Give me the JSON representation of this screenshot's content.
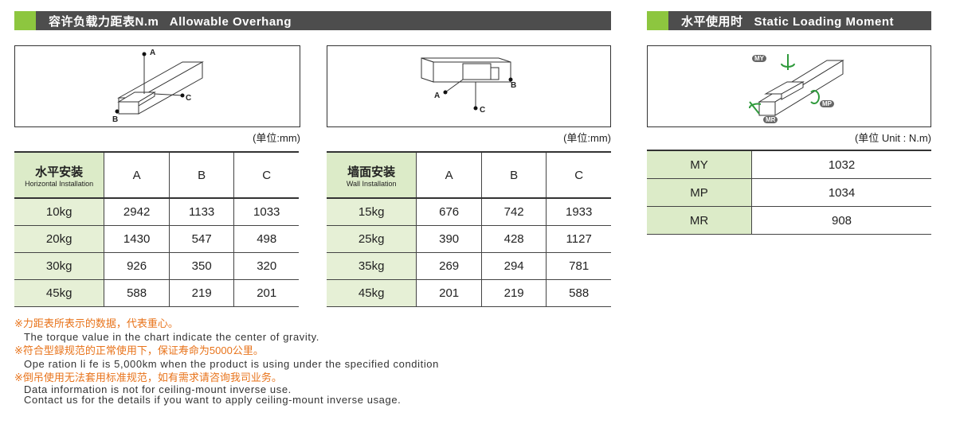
{
  "overhang": {
    "title": "容许负载力距表N.m   Allowable Overhang",
    "unit": "(单位:mm)",
    "unit_right": "(单位:mm)",
    "diagram_labels": {
      "a": "A",
      "b": "B",
      "c": "C"
    },
    "horizontal": {
      "title_cn": "水平安装",
      "title_en": "Horizontal Installation",
      "columns": [
        "A",
        "B",
        "C"
      ],
      "rows": [
        {
          "load": "10kg",
          "values": [
            "2942",
            "1133",
            "1033"
          ]
        },
        {
          "load": "20kg",
          "values": [
            "1430",
            "547",
            "498"
          ]
        },
        {
          "load": "30kg",
          "values": [
            "926",
            "350",
            "320"
          ]
        },
        {
          "load": "45kg",
          "values": [
            "588",
            "219",
            "201"
          ]
        }
      ]
    },
    "wall": {
      "title_cn": "墙面安装",
      "title_en": "Wall Installation",
      "columns": [
        "A",
        "B",
        "C"
      ],
      "rows": [
        {
          "load": "15kg",
          "values": [
            "676",
            "742",
            "1933"
          ]
        },
        {
          "load": "25kg",
          "values": [
            "390",
            "428",
            "1127"
          ]
        },
        {
          "load": "35kg",
          "values": [
            "269",
            "294",
            "781"
          ]
        },
        {
          "load": "45kg",
          "values": [
            "201",
            "219",
            "588"
          ]
        }
      ]
    }
  },
  "moment": {
    "title": "水平使用时   Static Loading Moment",
    "unit": "(单位 Unit : N.m)",
    "diagram_labels": {
      "my": "MY",
      "mp": "MP",
      "mr": "MR"
    },
    "rows": [
      {
        "label": "MY",
        "value": "1032"
      },
      {
        "label": "MP",
        "value": "1034"
      },
      {
        "label": "MR",
        "value": "908"
      }
    ]
  },
  "notes": [
    {
      "cn": "※力距表所表示的数据，代表重心。",
      "en": "The torque value in the chart indicate the center of gravity."
    },
    {
      "cn": "※符合型録规范的正常使用下，保证寿命为5000公里。",
      "en": "Ope ration li fe is 5,000km when the product is using under the specified condition"
    },
    {
      "cn": "※倒吊使用无法套用标准规范，如有需求请咨询我司业务。",
      "en": "Data information is not for ceiling-mount inverse use.",
      "en2": "Contact us for the details if you want to apply ceiling-mount inverse usage."
    }
  ],
  "colors": {
    "header_bg": "#4d4d4d",
    "accent": "#8dc63f",
    "cell_green": "#dcebc8",
    "note_orange": "#e8731a",
    "arrow_green": "#2f9a3c"
  }
}
